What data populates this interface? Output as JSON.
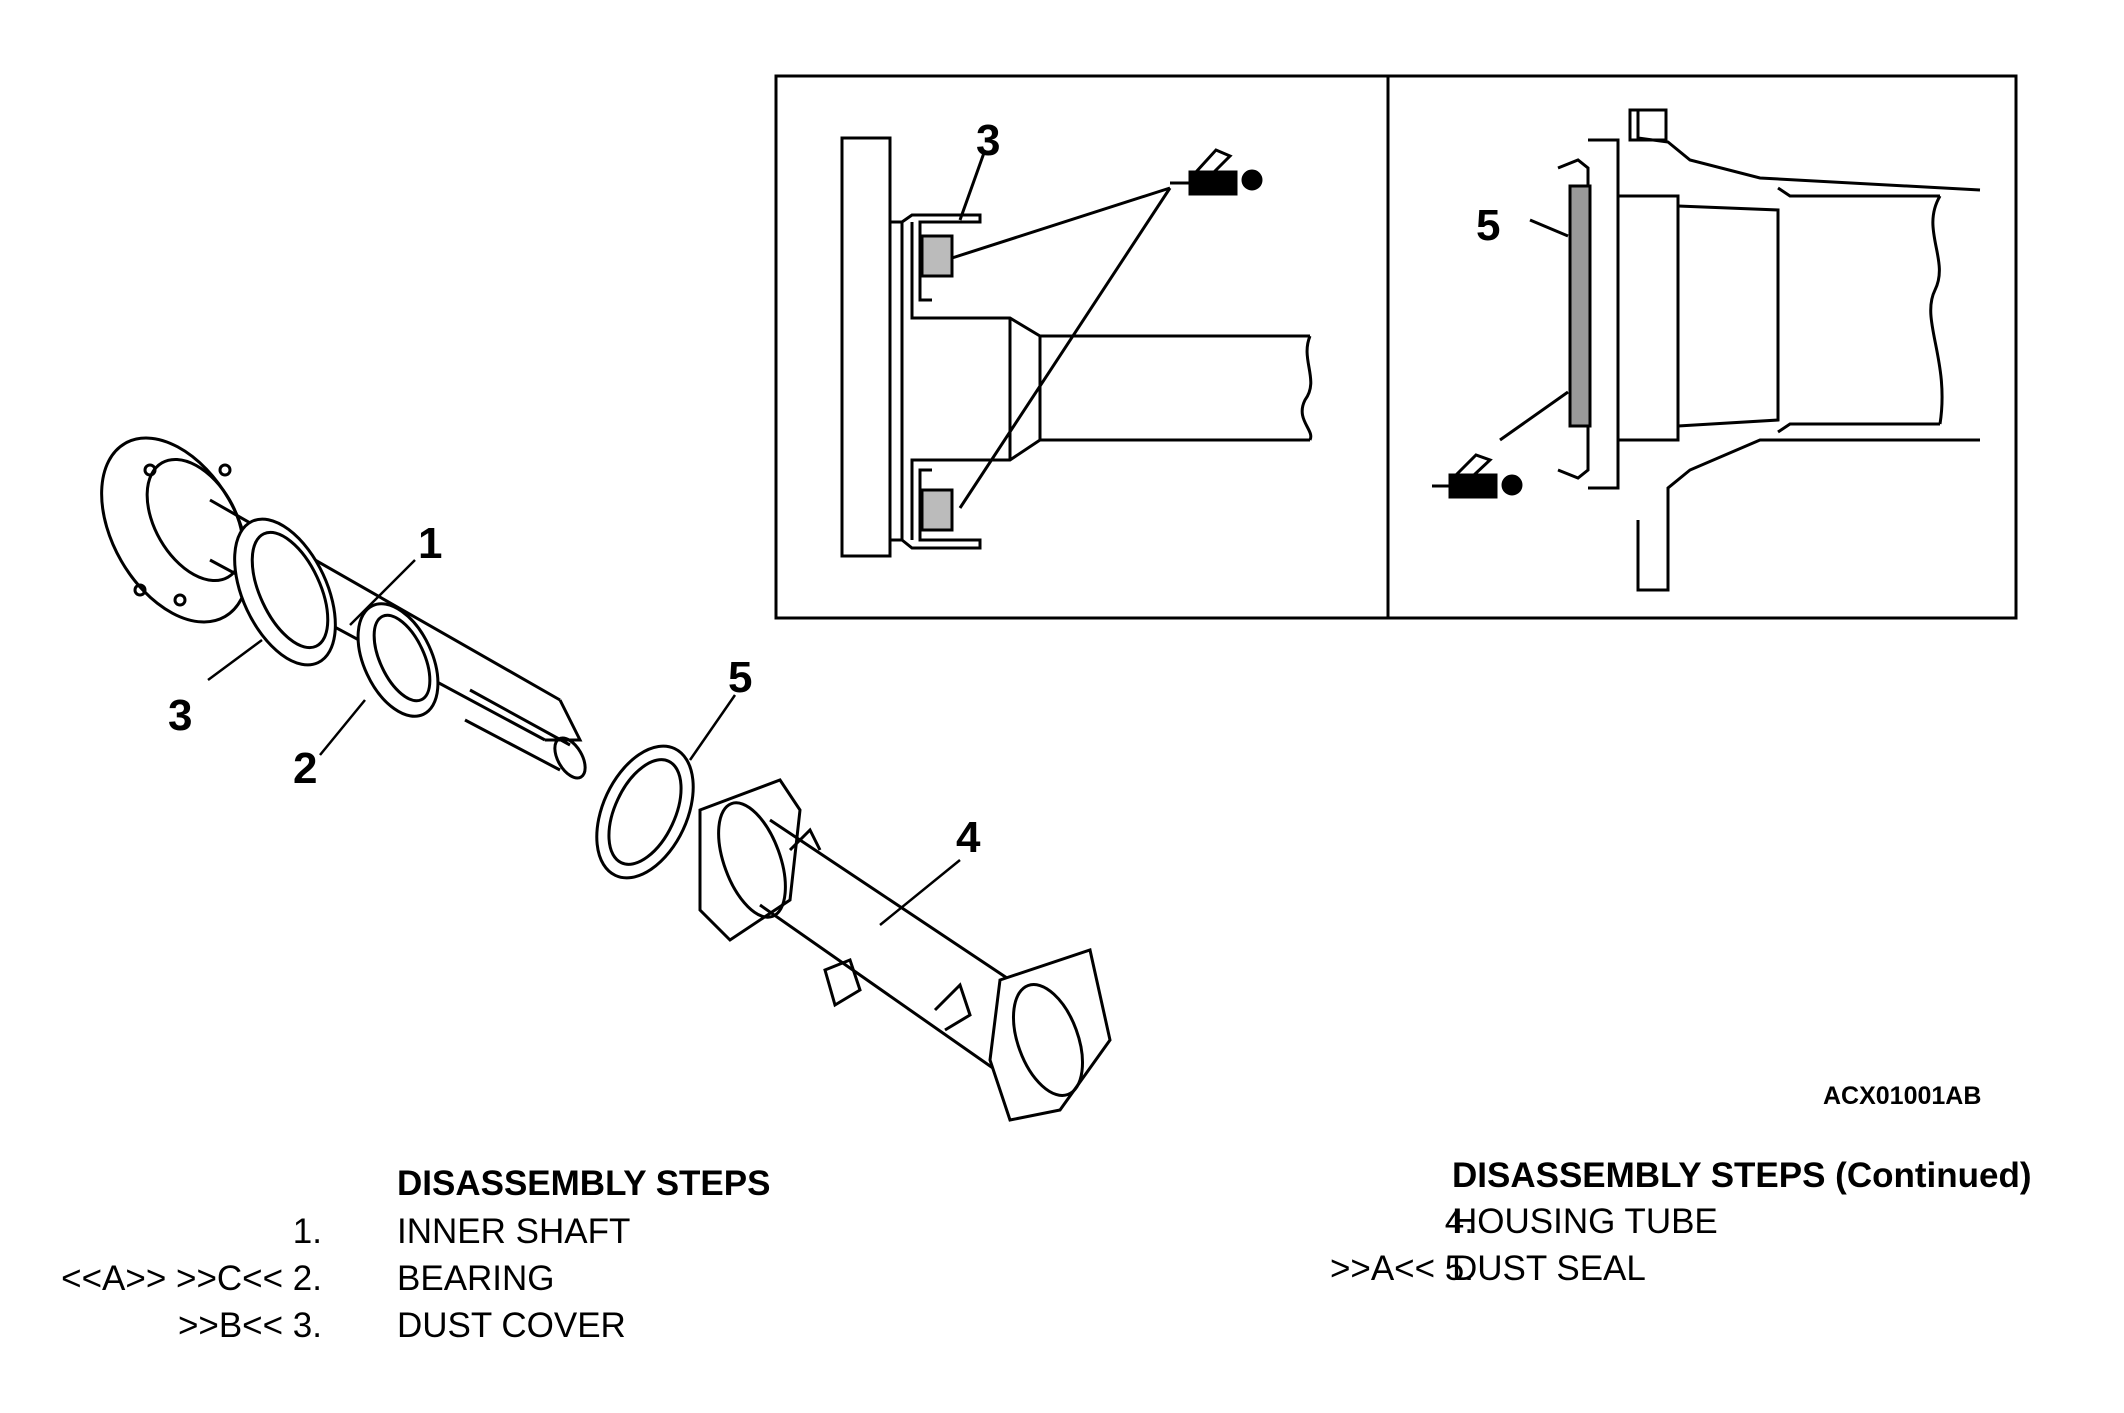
{
  "figure": {
    "callouts": {
      "main_1": "1",
      "main_2": "2",
      "main_3": "3",
      "main_4": "4",
      "main_5": "5",
      "inset_left_3": "3",
      "inset_right_5": "5"
    },
    "figure_code": "ACX01001AB"
  },
  "steps_left": {
    "heading": "DISASSEMBLY STEPS",
    "items": [
      {
        "prefix_a": "",
        "prefix_b": "",
        "number": "1.",
        "name": "INNER SHAFT"
      },
      {
        "prefix_a": "<<A>>",
        "prefix_b": ">>C<<",
        "number": "2.",
        "name": "BEARING"
      },
      {
        "prefix_a": "",
        "prefix_b": ">>B<<",
        "number": "3.",
        "name": "DUST COVER"
      }
    ]
  },
  "steps_right": {
    "heading": "DISASSEMBLY STEPS (Continued)",
    "items": [
      {
        "prefix_a": "",
        "prefix_b": "",
        "number": "4.",
        "name": "HOUSING TUBE"
      },
      {
        "prefix_a": "",
        "prefix_b": ">>A<<",
        "number": "5.",
        "name": "DUST SEAL"
      }
    ]
  }
}
